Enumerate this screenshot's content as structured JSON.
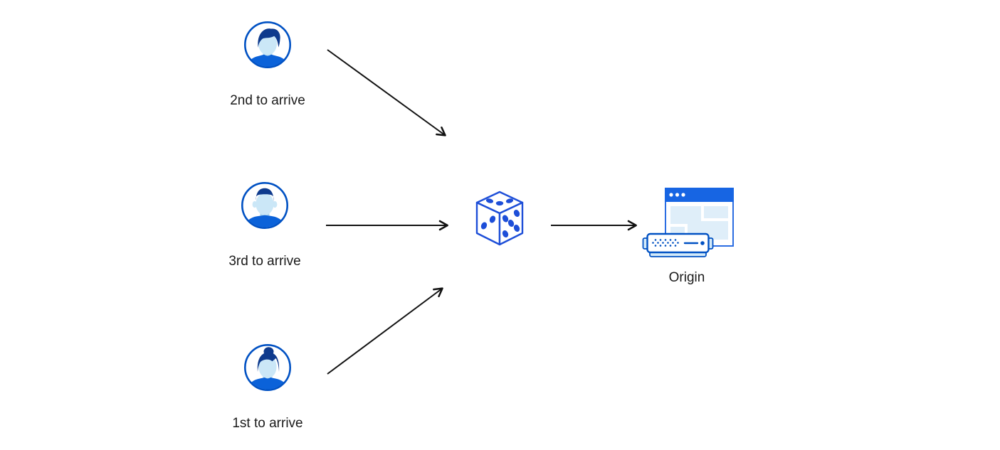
{
  "page": {
    "background": "#ffffff"
  },
  "diagram": {
    "description": "Three visitors arrive in different order; a random (dice) selection forwards one request to the Origin server",
    "nodes": {
      "user_top": {
        "label": "2nd to arrive",
        "icon": "user-avatar-male-swept-hair-icon"
      },
      "user_middle": {
        "label": "3rd to arrive",
        "icon": "user-avatar-male-short-hair-icon"
      },
      "user_bottom": {
        "label": "1st to arrive",
        "icon": "user-avatar-female-bun-icon"
      },
      "selector": {
        "label": "",
        "icon": "dice-icon"
      },
      "origin": {
        "label": "Origin",
        "icon": "origin-server-browser-icon"
      }
    },
    "edges": [
      {
        "from": "user_top",
        "to": "selector",
        "style": "black-arrow"
      },
      {
        "from": "user_middle",
        "to": "selector",
        "style": "black-arrow"
      },
      {
        "from": "user_bottom",
        "to": "selector",
        "style": "black-arrow"
      },
      {
        "from": "selector",
        "to": "origin",
        "style": "black-arrow"
      }
    ]
  },
  "colors": {
    "page_bg": "#ffffff",
    "brand_blue": "#0051c3",
    "dice_blue": "#1d4ed8",
    "hair_blue": "#0e3a8d",
    "face_blue": "#cbe7f7",
    "face_shade": "#a9d3ec",
    "shirt_blue": "#0b62d9",
    "header_blue": "#1765e3",
    "panel_blue": "#dfeef9",
    "window_stroke": "#2b6de2",
    "server_light": "#d3eaf9",
    "arrow_color": "#111111",
    "label_color": "#1a1a1a"
  }
}
